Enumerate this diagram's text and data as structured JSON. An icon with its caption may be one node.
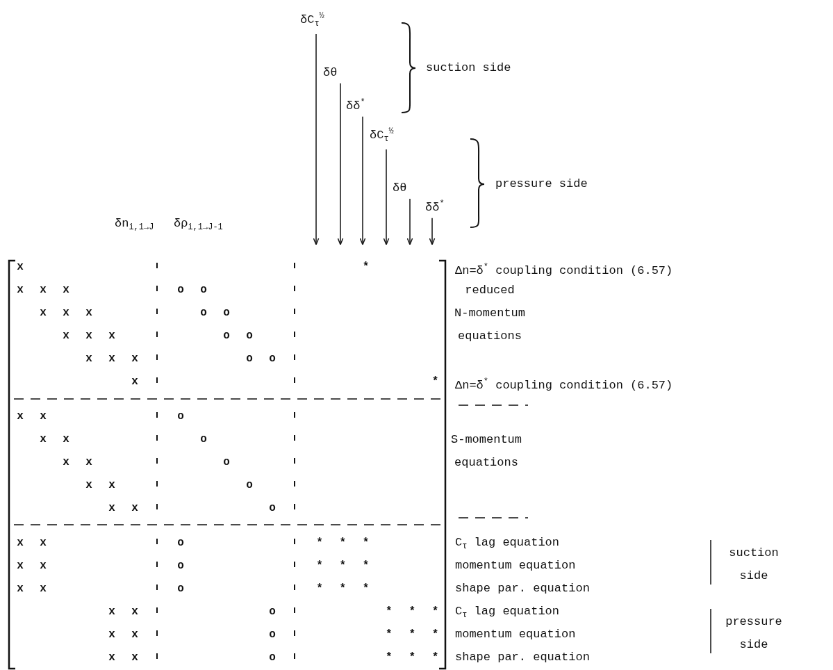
{
  "diagram": {
    "nodes": [
      {
        "text": [
          "δC$_{τ}$$^{½}$"
        ]
      },
      {
        "text": [
          "δθ"
        ]
      },
      {
        "text": [
          "δδ$^{*}$"
        ]
      },
      {
        "text": [
          "δC$_{τ}$$^{½}$"
        ]
      },
      {
        "text": [
          "δθ"
        ]
      },
      {
        "text": [
          "δδ$^{*}$"
        ]
      }
    ],
    "edges": [
      {
        "from": 0,
        "to": null,
        "arrow": "to"
      },
      {
        "from": 1,
        "to": null,
        "arrow": "to"
      },
      {
        "from": 2,
        "to": null,
        "arrow": "to"
      },
      {
        "from": 3,
        "to": null,
        "arrow": "to"
      },
      {
        "from": 4,
        "to": null,
        "arrow": "to"
      },
      {
        "from": 5,
        "to": null,
        "arrow": "to"
      }
    ],
    "labels": [
      "suction side",
      "pressure side",
      "δn$_{i,1→J}$",
      "δρ$_{i,1→J-1}$",
      "x",
      "*",
      "Δn=δ$^{*}$ coupling condition (6.57)",
      "x",
      "x",
      "x",
      "o",
      "o",
      "reduced N-momentum equations",
      "x",
      "x",
      "x",
      "o",
      "o",
      "x",
      "x",
      "x",
      "o",
      "o",
      "x",
      "x",
      "x",
      "o",
      "o",
      "x",
      "*",
      "Δn=δ$^{*}$ coupling condition (6.57)",
      "x",
      "x",
      "o",
      "x",
      "x",
      "o",
      "S-momentum equations",
      "x",
      "x",
      "o",
      "x",
      "x",
      "o",
      "x",
      "x",
      "o",
      "x",
      "x",
      "o",
      "*",
      "*",
      "*",
      "C$_{τ}$ lag equation",
      "suction side",
      "x",
      "x",
      "o",
      "*",
      "*",
      "*",
      "momentum equation",
      "x",
      "x",
      "o",
      "*",
      "*",
      "*",
      "shape par. equation",
      "x",
      "x",
      "o",
      "*",
      "*",
      "*",
      "C$_{τ}$ lag equation",
      "pressure side",
      "x",
      "x",
      "o",
      "*",
      "*",
      "*",
      "momentum equation",
      "x",
      "x",
      "o",
      "*",
      "*",
      "*",
      "shape par. equation"
    ]
  }
}
